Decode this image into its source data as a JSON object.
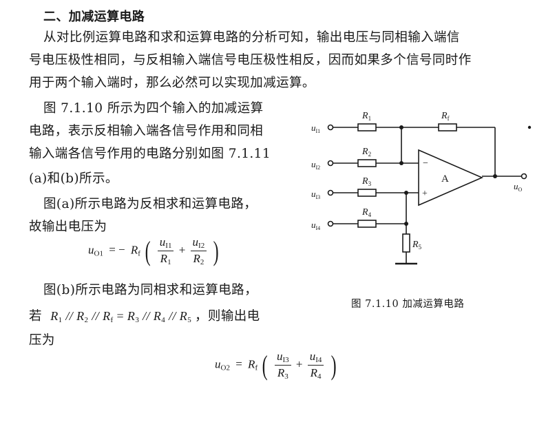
{
  "heading": "二、加减运算电路",
  "para1": [
    "从对比例运算电路和求和运算电路的分析可知，输出电压与同相输入端信",
    "号电压极性相同，与反相输入端信号电压极性相反，因而如果多个信号同时作",
    "用于两个输入端时，那么必然可以实现加减运算。"
  ],
  "para2": [
    "图 7.1.10 所示为四个输入的加减运算",
    "电路，表示反相输入端各信号作用和同相",
    "输入端各信号作用的电路分别如图 7.1.11",
    "(a)和(b)所示。"
  ],
  "para3": [
    "图(a)所示电路为反相求和运算电路，",
    "故输出电压为"
  ],
  "eq1": {
    "lhs": "u",
    "lhs_sub": "O1",
    "eq_sign": "=  −",
    "r": "R",
    "r_sub": "f",
    "n1": "u",
    "n1_sub": "I1",
    "d1": "R",
    "d1_sub": "1",
    "plus": "+",
    "n2": "u",
    "n2_sub": "I2",
    "d2": "R",
    "d2_sub": "2"
  },
  "para4": [
    "图(b)所示电路为同相求和运算电路，",
    "若",
    "，则输出电",
    "压为"
  ],
  "condition": {
    "r1": "R",
    "r1_sub": "1",
    "r2": "R",
    "r2_sub": "2",
    "rf": "R",
    "rf_sub": "f",
    "eq": "=",
    "r3": "R",
    "r3_sub": "3",
    "r4": "R",
    "r4_sub": "4",
    "r5": "R",
    "r5_sub": "5",
    "par": "//"
  },
  "eq2": {
    "lhs": "u",
    "lhs_sub": "O2",
    "eq_sign": "=",
    "r": "R",
    "r_sub": "f",
    "n1": "u",
    "n1_sub": "I3",
    "d1": "R",
    "d1_sub": "3",
    "plus": "+",
    "n2": "u",
    "n2_sub": "I4",
    "d2": "R",
    "d2_sub": "4"
  },
  "figure": {
    "caption": "图 7.1.10   加减运算电路",
    "labels": {
      "in1": "u",
      "in1_sub": "I1",
      "in2": "u",
      "in2_sub": "I2",
      "in3": "u",
      "in3_sub": "I3",
      "in4": "u",
      "in4_sub": "I4",
      "r1": "R",
      "r1_sub": "1",
      "r2": "R",
      "r2_sub": "2",
      "r3": "R",
      "r3_sub": "3",
      "r4": "R",
      "r4_sub": "4",
      "r5": "R",
      "r5_sub": "5",
      "rf": "R",
      "rf_sub": "f",
      "amp": "A",
      "minus": "−",
      "plus": "+",
      "out": "u",
      "out_sub": "O"
    }
  }
}
